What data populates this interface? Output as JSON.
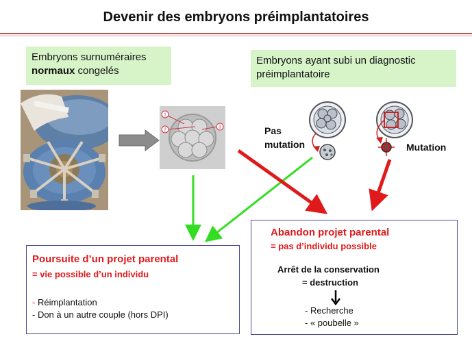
{
  "title": "Devenir des embryons préimplantatoires",
  "box_frozen": {
    "line1": "Embryons surnuméraires",
    "bold_word": "normaux",
    "rest": " congelés"
  },
  "box_dpi": {
    "line1": "Embryons ayant subi un diagnostic",
    "line2": "préimplantatoire"
  },
  "label_no_mutation": {
    "line1": "Pas",
    "line2": "mutation"
  },
  "label_mutation": "Mutation",
  "embryo_markers": [
    "1",
    "2",
    "3"
  ],
  "box_pursuit": {
    "heading": "Poursuite d’un projet parental",
    "subheading": "= vie possible d’un individu",
    "item1_dash": "-",
    "item1_text": " Réimplantation",
    "item2": "- Don à un autre couple (hors DPI)"
  },
  "box_abandon": {
    "heading": "Abandon projet parental",
    "subheading": "= pas d’individu possible",
    "stop_line1": "Arrêt de la conservation",
    "stop_line2": "= destruction",
    "item1": "- Recherche",
    "item2": "- « poubelle »"
  },
  "colors": {
    "title_rule": "#c0504d",
    "green_box": "#d7f4c8",
    "green_arrow": "#33dd22",
    "red_arrow": "#e0191b",
    "box_border": "#4a4a9a"
  }
}
